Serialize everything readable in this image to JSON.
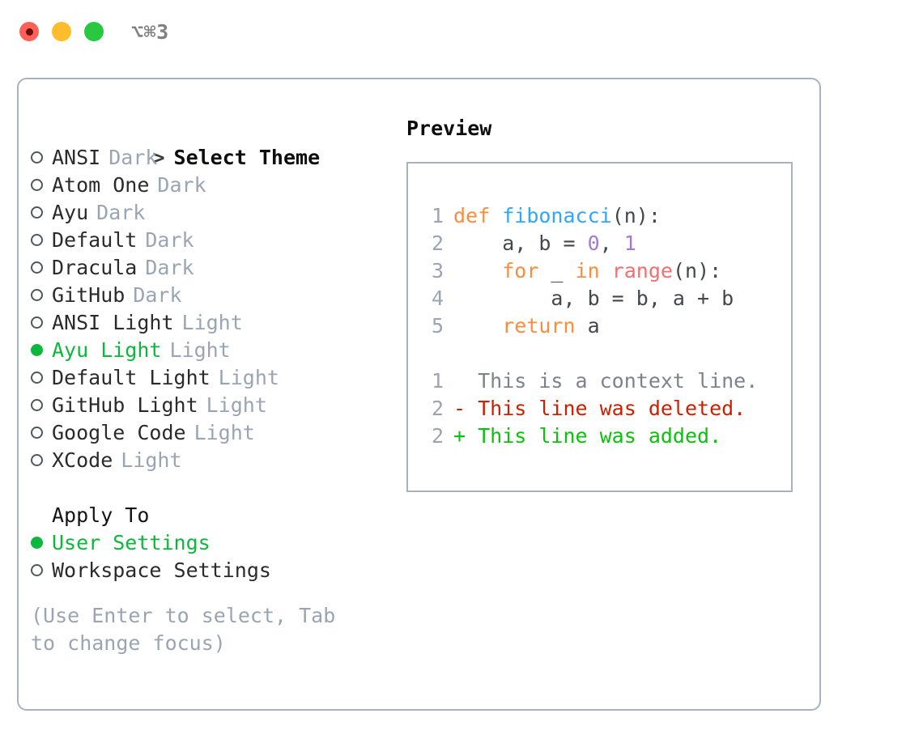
{
  "titlebar": {
    "title": "⌥⌘3",
    "buttons": [
      {
        "name": "close",
        "color": "#ff6159"
      },
      {
        "name": "minimize",
        "color": "#ffbd2e"
      },
      {
        "name": "maximize",
        "color": "#28c840"
      }
    ]
  },
  "theme_picker": {
    "heading": "Select Theme",
    "heading_marker": ">",
    "items": [
      {
        "label": "ANSI",
        "tag": "Dark",
        "selected": false
      },
      {
        "label": "Atom One",
        "tag": "Dark",
        "selected": false
      },
      {
        "label": "Ayu",
        "tag": "Dark",
        "selected": false
      },
      {
        "label": "Default",
        "tag": "Dark",
        "selected": false
      },
      {
        "label": "Dracula",
        "tag": "Dark",
        "selected": false
      },
      {
        "label": "GitHub",
        "tag": "Dark",
        "selected": false
      },
      {
        "label": "ANSI Light",
        "tag": "Light",
        "selected": false
      },
      {
        "label": "Ayu Light",
        "tag": "Light",
        "selected": true
      },
      {
        "label": "Default Light",
        "tag": "Light",
        "selected": false
      },
      {
        "label": "GitHub Light",
        "tag": "Light",
        "selected": false
      },
      {
        "label": "Google Code",
        "tag": "Light",
        "selected": false
      },
      {
        "label": "XCode",
        "tag": "Light",
        "selected": false
      }
    ]
  },
  "apply_to": {
    "heading": "Apply To",
    "items": [
      {
        "label": "User Settings",
        "selected": true
      },
      {
        "label": "Workspace Settings",
        "selected": false
      }
    ]
  },
  "hint": "(Use Enter to select, Tab to change focus)",
  "preview": {
    "label": "Preview",
    "code_lines": [
      {
        "num": "1",
        "tokens": [
          {
            "t": "def ",
            "c": "tk-kw"
          },
          {
            "t": "fibonacci",
            "c": "tk-fn"
          },
          {
            "t": "(n):",
            "c": "tk-punc"
          }
        ]
      },
      {
        "num": "2",
        "tokens": [
          {
            "t": "    a, b = ",
            "c": "tk-txt"
          },
          {
            "t": "0",
            "c": "tk-num"
          },
          {
            "t": ", ",
            "c": "tk-txt"
          },
          {
            "t": "1",
            "c": "tk-num"
          }
        ]
      },
      {
        "num": "3",
        "tokens": [
          {
            "t": "    ",
            "c": "tk-txt"
          },
          {
            "t": "for",
            "c": "tk-kw"
          },
          {
            "t": " _ ",
            "c": "tk-txt"
          },
          {
            "t": "in",
            "c": "tk-kw"
          },
          {
            "t": " ",
            "c": "tk-txt"
          },
          {
            "t": "range",
            "c": "tk-call"
          },
          {
            "t": "(n):",
            "c": "tk-punc"
          }
        ]
      },
      {
        "num": "4",
        "tokens": [
          {
            "t": "        a, b = b, a + b",
            "c": "tk-txt"
          }
        ]
      },
      {
        "num": "5",
        "tokens": [
          {
            "t": "    ",
            "c": "tk-txt"
          },
          {
            "t": "return",
            "c": "tk-kw"
          },
          {
            "t": " a",
            "c": "tk-txt"
          }
        ]
      }
    ],
    "diff_lines": [
      {
        "num": "1",
        "marker": "  ",
        "text": "This is a context line.",
        "c": "tk-ctx"
      },
      {
        "num": "2",
        "marker": "- ",
        "text": "This line was deleted.",
        "c": "tk-del"
      },
      {
        "num": "2",
        "marker": "+ ",
        "text": "This line was added.",
        "c": "tk-add"
      }
    ]
  },
  "colors": {
    "accent_green": "#0cb83c",
    "muted": "#9aa5b4",
    "border": "#aab2bf",
    "keyword": "#fa8d3e",
    "function": "#2fa6ff",
    "call": "#f07171",
    "number": "#a37acc",
    "text": "#44474d",
    "diff_deleted": "#cc2000",
    "diff_added": "#0ac20a"
  }
}
